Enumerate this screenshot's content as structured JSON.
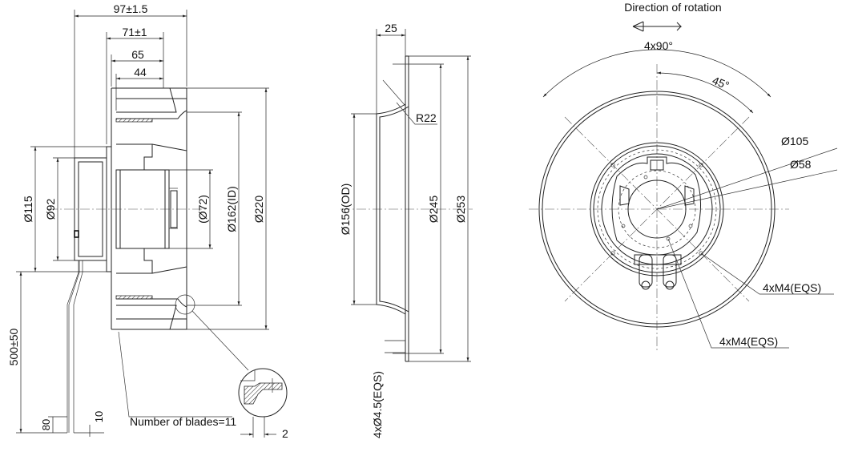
{
  "side_view": {
    "dims": {
      "overall_length": "97±1.5",
      "body_length": "71±1",
      "housing_length": "65",
      "motor_length": "44",
      "d115": "Ø115",
      "d92": "Ø92",
      "d72": "(Ø72)",
      "d162": "Ø162(ID)",
      "d220": "Ø220",
      "cable": "500±50",
      "strip80": "80",
      "strip10": "10",
      "gap2": "2"
    },
    "blades_note": "Number of blades=11"
  },
  "inlet_ring": {
    "dims": {
      "width": "25",
      "radius": "R22",
      "d156": "Ø156(OD)",
      "d245": "Ø245",
      "d253": "Ø253",
      "holes": "4xØ4.5(EQS)"
    }
  },
  "front_view": {
    "rotation_label": "Direction of rotation",
    "angle_pitch": "4x90°",
    "angle_offset": "45°",
    "d105": "Ø105",
    "d58": "Ø58",
    "thread_1": "4xM4(EQS)",
    "thread_2": "4xM4(EQS)"
  }
}
